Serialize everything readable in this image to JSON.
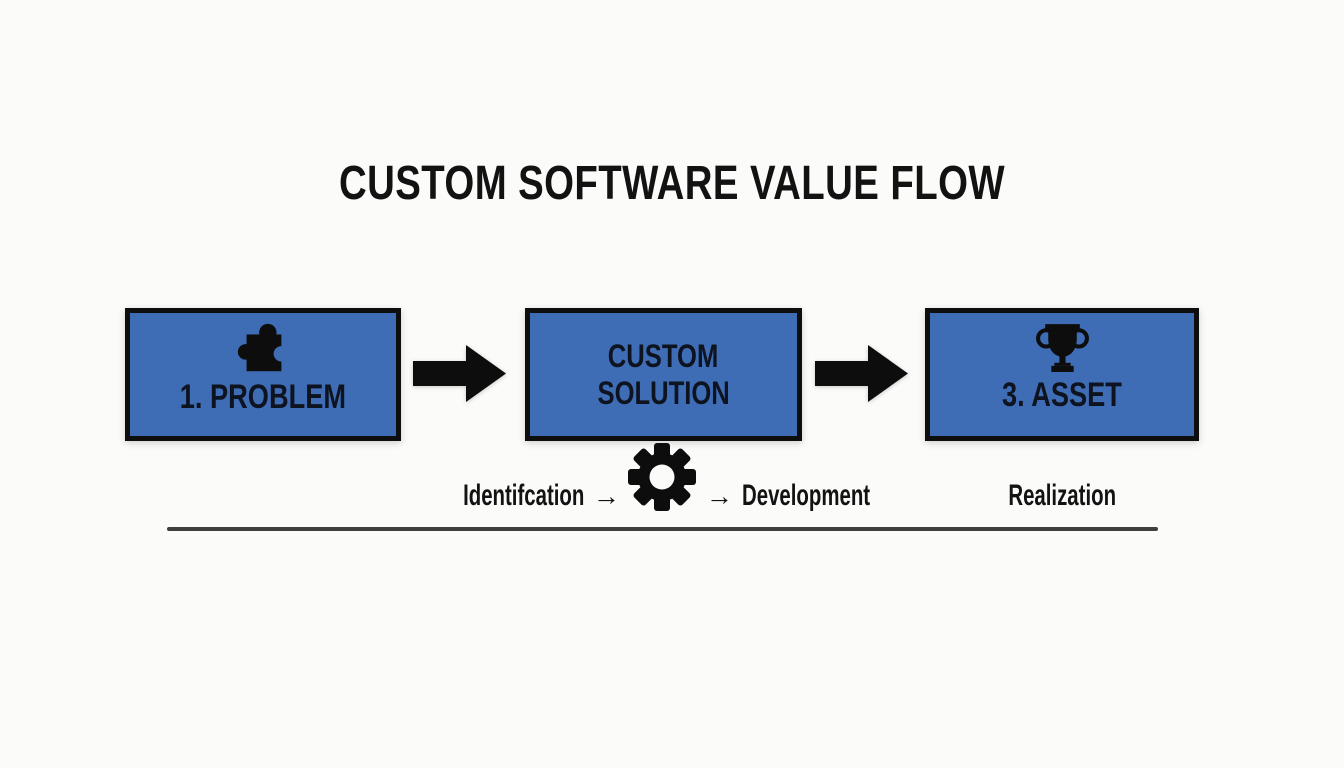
{
  "title": "CUSTOM SOFTWARE VALUE FLOW",
  "boxes": {
    "problem": {
      "label": "1. PROBLEM"
    },
    "solution": {
      "label_line1": "CUSTOM",
      "label_line2": "SOLUTION"
    },
    "asset": {
      "label": "3. ASSET"
    }
  },
  "stage_labels": {
    "identification": "Identifcation",
    "development": "Development",
    "realization": "Realization",
    "arrow_glyph": "→"
  },
  "icons": {
    "problem": "puzzle-icon",
    "process": "gear-icon",
    "asset": "trophy-icon",
    "flow_connector": "arrow-right-icon"
  },
  "colors": {
    "background": "#fbfbf9",
    "box_fill": "#3e6cb5",
    "box_border": "#0e0e0e",
    "box_text": "#0e1320",
    "title_text": "#121212",
    "stage_text": "#131313",
    "icon": "#0d0d0d",
    "baseline_rule": "#3f3f3f"
  }
}
